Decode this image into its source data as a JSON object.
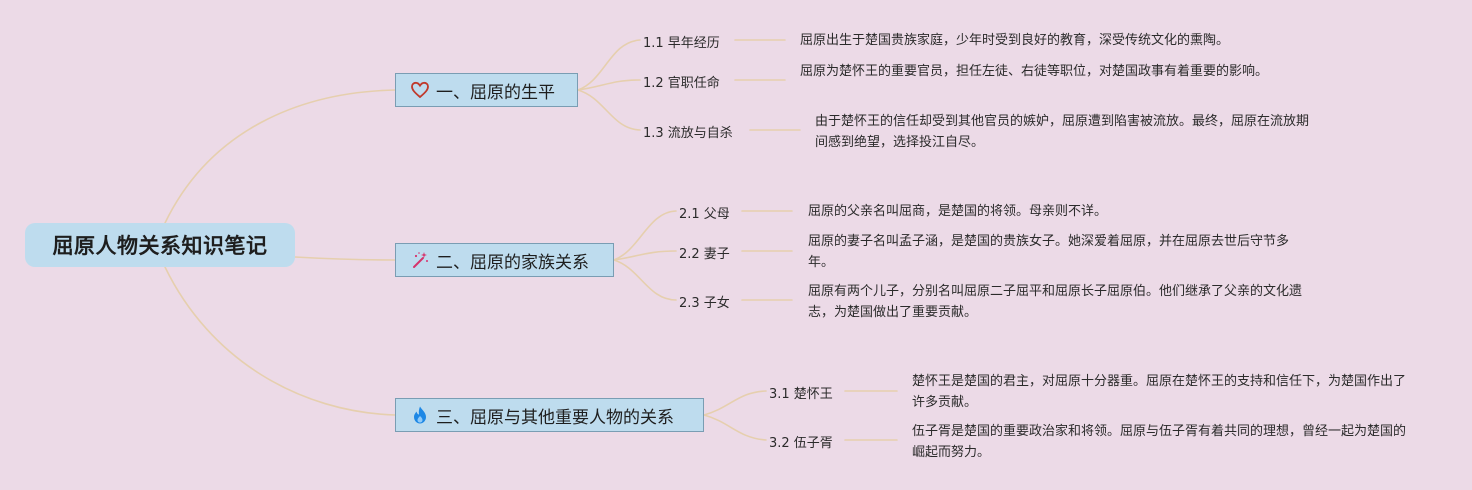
{
  "root": {
    "title": "屈原人物关系知识笔记"
  },
  "branches": [
    {
      "title": "一、屈原的生平",
      "icon": "heart-icon",
      "children": [
        {
          "label": "1.1 早年经历",
          "note": "屈原出生于楚国贵族家庭，少年时受到良好的教育，深受传统文化的熏陶。"
        },
        {
          "label": "1.2 官职任命",
          "note": "屈原为楚怀王的重要官员，担任左徒、右徒等职位，对楚国政事有着重要的影响。"
        },
        {
          "label": "1.3 流放与自杀",
          "note": "由于楚怀王的信任却受到其他官员的嫉妒，屈原遭到陷害被流放。最终，屈原在流放期间感到绝望，选择投江自尽。"
        }
      ]
    },
    {
      "title": "二、屈原的家族关系",
      "icon": "magic-wand-icon",
      "children": [
        {
          "label": "2.1 父母",
          "note": "屈原的父亲名叫屈商，是楚国的将领。母亲则不详。"
        },
        {
          "label": "2.2 妻子",
          "note": "屈原的妻子名叫孟子涵，是楚国的贵族女子。她深爱着屈原，并在屈原去世后守节多年。"
        },
        {
          "label": "2.3 子女",
          "note": "屈原有两个儿子，分别名叫屈原二子屈平和屈原长子屈原伯。他们继承了父亲的文化遗志，为楚国做出了重要贡献。"
        }
      ]
    },
    {
      "title": "三、屈原与其他重要人物的关系",
      "icon": "fire-icon",
      "children": [
        {
          "label": "3.1 楚怀王",
          "note": "楚怀王是楚国的君主，对屈原十分器重。屈原在楚怀王的支持和信任下，为楚国作出了许多贡献。"
        },
        {
          "label": "3.2 伍子胥",
          "note": "伍子胥是楚国的重要政治家和将领。屈原与伍子胥有着共同的理想，曾经一起为楚国的崛起而努力。"
        }
      ]
    }
  ],
  "colors": {
    "background": "#ecdae7",
    "node_fill": "#bedcee",
    "node_border": "#7a9db3",
    "connector": "#e6cfae",
    "heart_icon": "#c0392b",
    "wand_icon": "#d6336c",
    "fire_icon": "#1e88e5"
  }
}
